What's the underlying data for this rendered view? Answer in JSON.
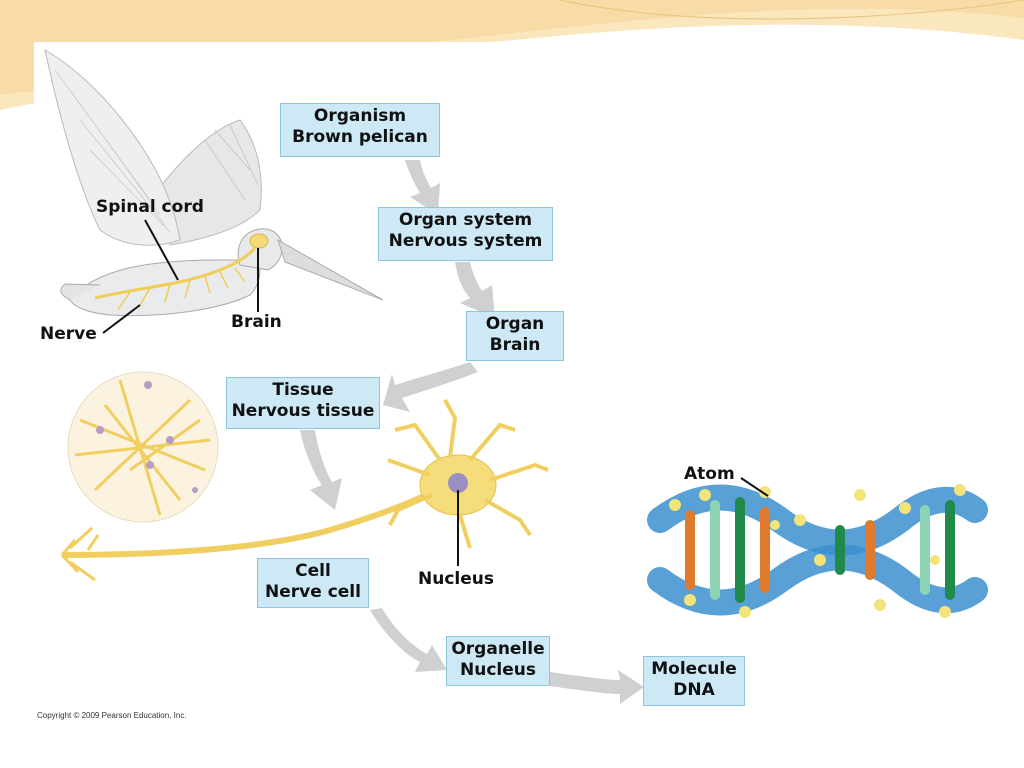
{
  "levels": {
    "organism": {
      "line1": "Organism",
      "line2": "Brown pelican"
    },
    "organ_system": {
      "line1": "Organ system",
      "line2": "Nervous system"
    },
    "organ": {
      "line1": "Organ",
      "line2": "Brain"
    },
    "tissue": {
      "line1": "Tissue",
      "line2": "Nervous tissue"
    },
    "cell": {
      "line1": "Cell",
      "line2": "Nerve cell"
    },
    "organelle": {
      "line1": "Organelle",
      "line2": "Nucleus"
    },
    "molecule": {
      "line1": "Molecule",
      "line2": "DNA"
    }
  },
  "callouts": {
    "spinal_cord": "Spinal cord",
    "brain": "Brain",
    "nerve": "Nerve",
    "nucleus": "Nucleus",
    "atom": "Atom"
  },
  "copyright": "Copyright © 2009 Pearson Education, Inc.",
  "colors": {
    "label_fill": "#cde9f6",
    "arrow": "#cfd0d1",
    "nerve_yellow": "#f3d977",
    "dna_blue": "#3b8fcf",
    "dna_yellow": "#f2e47a"
  }
}
